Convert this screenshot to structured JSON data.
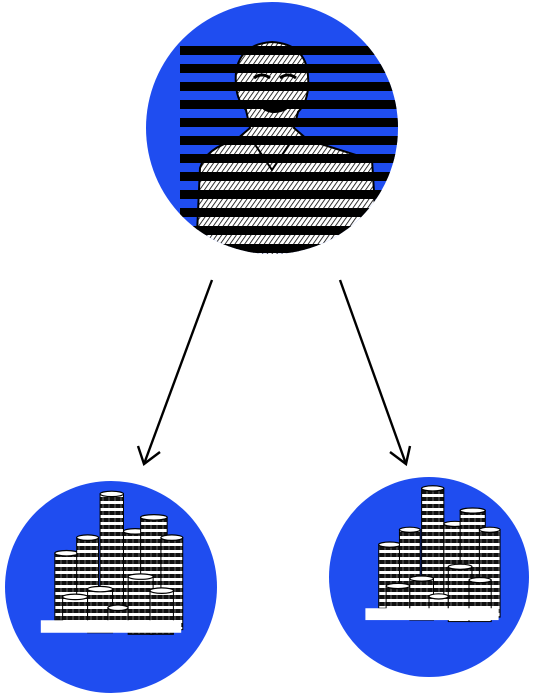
{
  "diagram": {
    "nodes": [
      {
        "id": "person",
        "icon": "person-portrait-icon"
      },
      {
        "id": "coins-left",
        "icon": "coin-stacks-icon"
      },
      {
        "id": "coins-right",
        "icon": "coin-stacks-icon"
      }
    ],
    "edges": [
      {
        "from": "person",
        "to": "coins-left"
      },
      {
        "from": "person",
        "to": "coins-right"
      }
    ]
  },
  "colors": {
    "circle_fill": "#1f4df0",
    "ink": "#000000",
    "background": "#ffffff"
  }
}
